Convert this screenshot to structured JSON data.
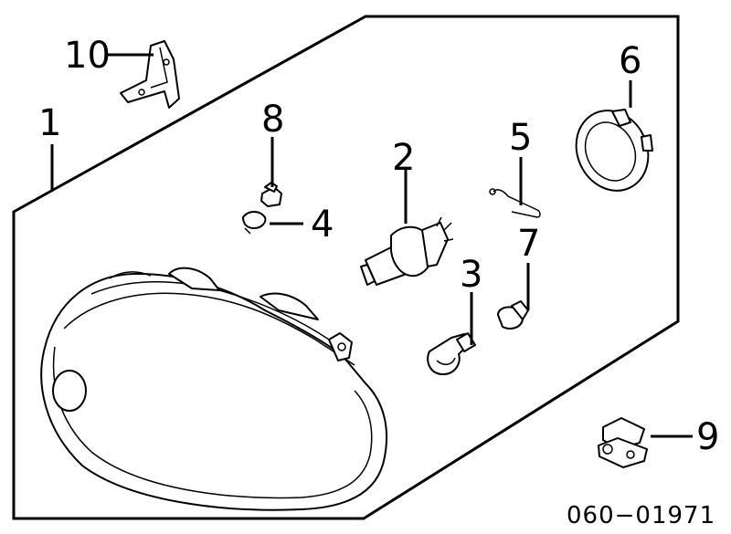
{
  "callouts": [
    {
      "id": "1",
      "label": "1"
    },
    {
      "id": "2",
      "label": "2"
    },
    {
      "id": "3",
      "label": "3"
    },
    {
      "id": "4",
      "label": "4"
    },
    {
      "id": "5",
      "label": "5"
    },
    {
      "id": "6",
      "label": "6"
    },
    {
      "id": "7",
      "label": "7"
    },
    {
      "id": "8",
      "label": "8"
    },
    {
      "id": "9",
      "label": "9"
    },
    {
      "id": "10",
      "label": "10"
    }
  ],
  "reference_code": "060−01971"
}
